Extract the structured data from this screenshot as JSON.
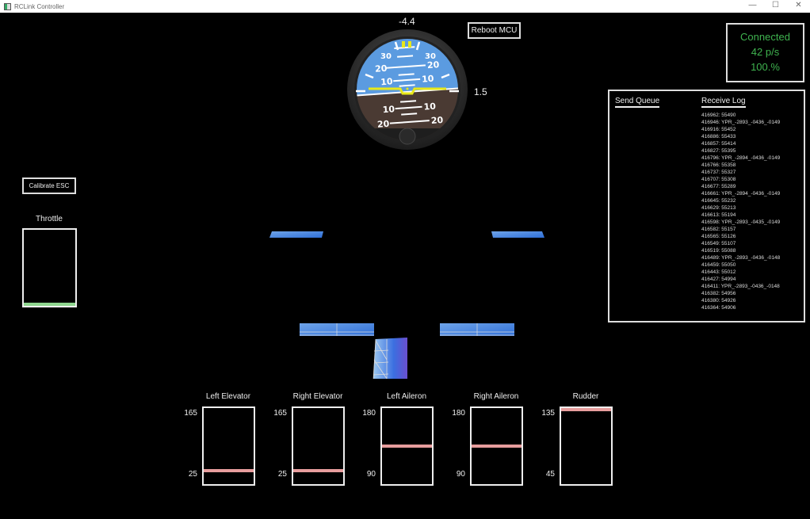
{
  "window": {
    "title": "RCLink Controller",
    "controls": {
      "minimize": "—",
      "maximize": "☐",
      "close": "✕"
    }
  },
  "status": {
    "connection": "Connected",
    "rate": "42 p/s",
    "quality": "100.%",
    "color": "#3fb34f"
  },
  "buttons": {
    "reboot": "Reboot MCU",
    "calibrate": "Calibrate ESC"
  },
  "attitude": {
    "pitch_readout": "-4.4",
    "roll_readout": "1.5",
    "pitch_labels": [
      "30",
      "20",
      "10",
      "10",
      "20"
    ],
    "sky_color": "#5b9be0",
    "ground_color": "#4a3a33",
    "indicator_color": "#e8e81a"
  },
  "log_panel": {
    "send_queue_title": "Send Queue",
    "receive_log_title": "Receive Log",
    "send_queue": [],
    "receive_log": [
      "416962: 55490",
      "416946: YPR_-2893_-0436_-0149",
      "416916: 55452",
      "416886: 55433",
      "416857: 55414",
      "416827: 55395",
      "416796: YPR_-2894_-0436_-0149",
      "416766: 55358",
      "416737: 55327",
      "416707: 55308",
      "416677: 55289",
      "416661: YPR_-2894_-0436_-0149",
      "416645: 55232",
      "416629: 55213",
      "416613: 55194",
      "416598: YPR_-2893_-0435_-0149",
      "416582: 55157",
      "416565: 55126",
      "416549: 55107",
      "416519: 55088",
      "416489: YPR_-2893_-0436_-0148",
      "416459: 55050",
      "416443: 55012",
      "416427: 54994",
      "416411: YPR_-2893_-0436_-0148",
      "416382: 54956",
      "416380: 54926",
      "416364: 54906"
    ]
  },
  "throttle": {
    "label": "Throttle",
    "fill_color": "#8fd68f"
  },
  "servos": [
    {
      "label": "Left Elevator",
      "max": "165",
      "min": "25"
    },
    {
      "label": "Right Elevator",
      "max": "165",
      "min": "25"
    },
    {
      "label": "Left Aileron",
      "max": "180",
      "min": "90"
    },
    {
      "label": "Right Aileron",
      "max": "180",
      "min": "90"
    },
    {
      "label": "Rudder",
      "max": "135",
      "min": "45"
    }
  ]
}
